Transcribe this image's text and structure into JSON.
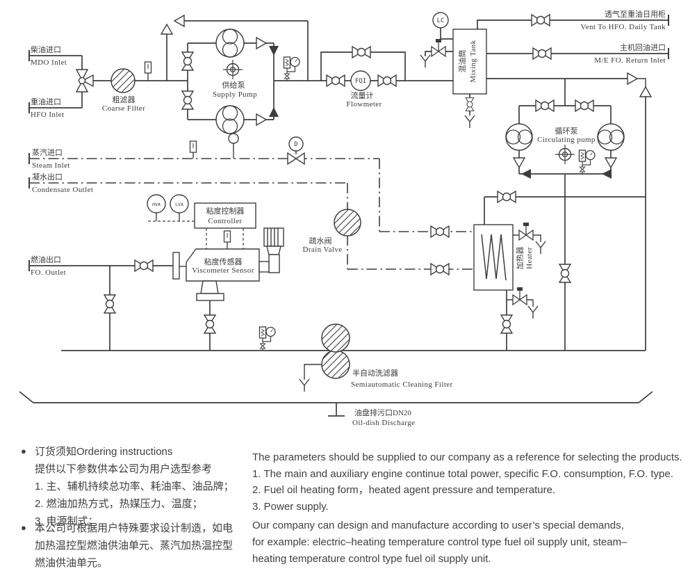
{
  "diagram": {
    "io_labels": {
      "mdo_inlet": {
        "zh": "柴油进口",
        "en": "MDO Inlet"
      },
      "hfo_inlet": {
        "zh": "重油进口",
        "en": "HFO Inlet"
      },
      "steam_inlet": {
        "zh": "蒸汽进口",
        "en": "Steam Inlet"
      },
      "condensate_outlet": {
        "zh": "凝水出口",
        "en": "Condensate Outlet"
      },
      "fo_outlet": {
        "zh": "燃油出口",
        "en": "FO. Outlet"
      },
      "vent": {
        "zh": "透气至重油日用柜",
        "en": "Vent To HFO. Daily Tank"
      },
      "me_return": {
        "zh": "主机回油进口",
        "en": "M/E FO. Return Inlet"
      },
      "oil_dish": {
        "zh": "油盘排污口DN20",
        "en": "Oil-dish Discharge"
      }
    },
    "components": {
      "coarse_filter": {
        "zh": "粗滤器",
        "en": "Coarse Filter"
      },
      "supply_pump": {
        "zh": "供给泵",
        "en": "Supply Pump"
      },
      "flowmeter": {
        "zh": "流量计",
        "en": "Flowmeter",
        "tag": "FQI"
      },
      "mixing_tank": {
        "zh": "混油筒",
        "en": "Mixing Tank"
      },
      "circulating_pump": {
        "zh": "循环泵",
        "en": "Circulating pump"
      },
      "drain_valve": {
        "zh": "疏水阀",
        "en": "Drain Valve"
      },
      "controller": {
        "zh": "粘度控制器",
        "en": "Controller"
      },
      "viscometer_sensor": {
        "zh": "粘度传感器",
        "en": "Viscometer Sensor"
      },
      "heater": {
        "zh": "加热器",
        "en": "Heater"
      },
      "cleaning_filter": {
        "zh": "半自动洗滤器",
        "en": "Semiautomatic Cleaning Filter"
      }
    },
    "instruments": {
      "lc": "LC",
      "d": "D",
      "hva": "HVA",
      "lva": "LVA"
    }
  },
  "notes": {
    "bullet": "●",
    "ordering": {
      "title": "订货须知Ordering instructions",
      "zh_lines": [
        "提供以下参数供本公司为用户选型参考",
        "1. 主、辅机持续总功率、耗油率、油品牌；",
        "2. 燃油加热方式，热媒压力、温度；",
        "3. 电源制式；"
      ],
      "en_lines": [
        "The parameters should be supplied to our company as a reference for selecting the products.",
        "1. The main and auxiliary engine continue total power, specific F.O. consumption, F.O. type.",
        "2. Fuel oil heating form，heated agent pressure and temperature.",
        "3. Power supply."
      ]
    },
    "custom": {
      "zh_lines": [
        "本公司可根据用户特殊要求设计制造，如电",
        "加热温控型燃油供油单元、蒸汽加热温控型",
        "燃油供油单元。"
      ],
      "en_lines": [
        "Our company can design and manufacture according to user’s special demands,",
        "for example: electric–heating temperature control type fuel oil supply unit, steam–",
        "heating temperature control type fuel oil supply unit."
      ]
    }
  }
}
